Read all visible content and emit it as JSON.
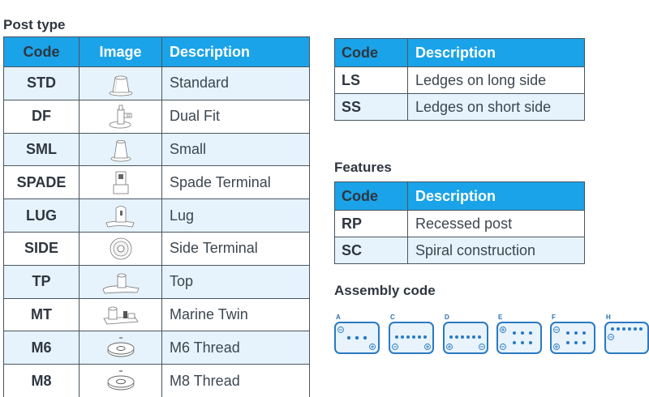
{
  "post_type": {
    "title": "Post type",
    "headers": {
      "code": "Code",
      "image": "Image",
      "description": "Description"
    },
    "rows": [
      {
        "code": "STD",
        "description": "Standard",
        "icon": "standard-post-icon"
      },
      {
        "code": "DF",
        "description": "Dual Fit",
        "icon": "dual-fit-post-icon"
      },
      {
        "code": "SML",
        "description": "Small",
        "icon": "small-post-icon"
      },
      {
        "code": "SPADE",
        "description": "Spade Terminal",
        "icon": "spade-terminal-icon"
      },
      {
        "code": "LUG",
        "description": "Lug",
        "icon": "lug-terminal-icon"
      },
      {
        "code": "SIDE",
        "description": "Side Terminal",
        "icon": "side-terminal-icon"
      },
      {
        "code": "TP",
        "description": "Top",
        "icon": "top-post-icon"
      },
      {
        "code": "MT",
        "description": "Marine Twin",
        "icon": "marine-twin-icon"
      },
      {
        "code": "M6",
        "description": "M6 Thread",
        "icon": "m6-thread-icon"
      },
      {
        "code": "M8",
        "description": "M8 Thread",
        "icon": "m8-thread-icon"
      }
    ]
  },
  "ledges": {
    "headers": {
      "code": "Code",
      "description": "Description"
    },
    "rows": [
      {
        "code": "LS",
        "description": "Ledges on long side"
      },
      {
        "code": "SS",
        "description": "Ledges on short side"
      }
    ]
  },
  "features": {
    "title": "Features",
    "headers": {
      "code": "Code",
      "description": "Description"
    },
    "rows": [
      {
        "code": "RP",
        "description": "Recessed post"
      },
      {
        "code": "SC",
        "description": "Spiral construction"
      }
    ]
  },
  "assembly": {
    "title": "Assembly code",
    "items": [
      {
        "letter": "A",
        "icon": "assembly-a-icon"
      },
      {
        "letter": "C",
        "icon": "assembly-c-icon"
      },
      {
        "letter": "D",
        "icon": "assembly-d-icon"
      },
      {
        "letter": "E",
        "icon": "assembly-e-icon"
      },
      {
        "letter": "F",
        "icon": "assembly-f-icon"
      },
      {
        "letter": "H",
        "icon": "assembly-h-icon"
      }
    ]
  },
  "colors": {
    "header_blue": "#1aa3e8",
    "row_tint": "#e6f3fc",
    "assembly_blue": "#2a7ac0"
  }
}
